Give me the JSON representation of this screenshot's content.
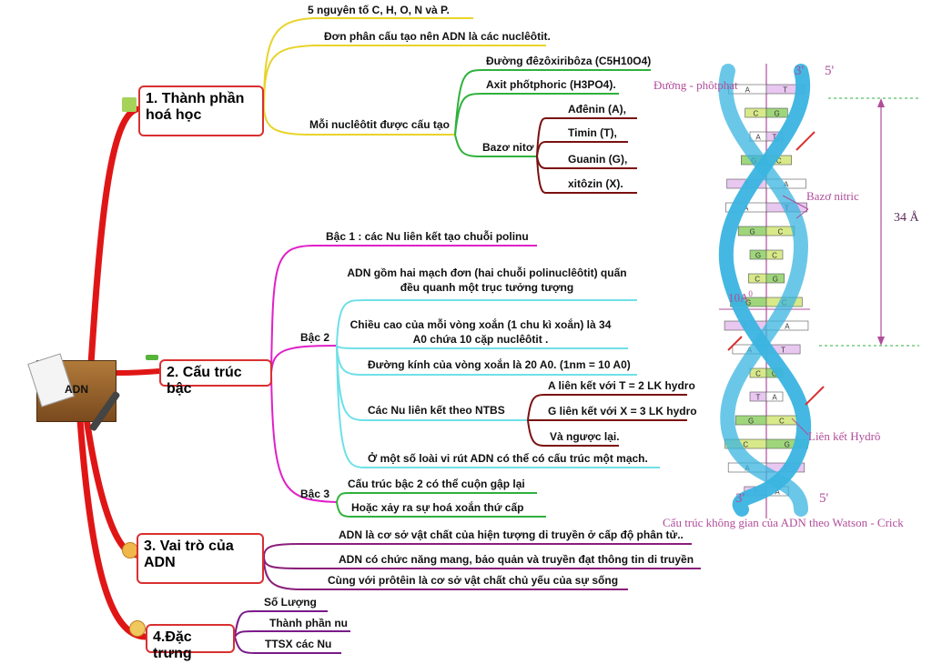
{
  "root": {
    "label": "ADN"
  },
  "branches": {
    "b1": {
      "label": "1. Thành phần hoá học"
    },
    "b2": {
      "label": "2. Cấu trúc bậc"
    },
    "b3": {
      "label": "3. Vai trò của ADN"
    },
    "b4": {
      "label": "4.Đặc trưng"
    }
  },
  "b1_nodes": {
    "elements": "5 nguyên tố C, H, O, N và P.",
    "unit": "Đơn phân cấu tạo nên ADN là các nuclêôtit.",
    "composition": "Mỗi nuclêôtit được cấu tạo",
    "sugar": "Đường đêzôxiribôza (C5H10O4)",
    "acid": "Axit phốtphoric (H3PO4).",
    "base": "Bazơ nitơ",
    "bases": [
      "Ađênin (A),",
      "Timin (T),",
      "Guanin (G),",
      "xitôzin (X)."
    ]
  },
  "b2_nodes": {
    "level1": "Bậc 1 : các Nu liên kết tạo chuỗi polinu",
    "level2": "Bậc 2",
    "l2_items": [
      "ADN gồm hai mạch đơn (hai chuỗi polinuclêôtit) quấn đều quanh một trục tưởng tượng",
      "Chiều cao của mỗi vòng xoắn (1 chu kì xoắn) là 34 A0 chứa 10 cặp nuclêôtit .",
      "Đường kính của vòng xoắn là 20 A0. (1nm = 10 A0)",
      "Các Nu liên kết theo NTBS",
      "Ở một số loài vi rút ADN có thể có cấu trúc một mạch."
    ],
    "ntbs": [
      "A liên kết với T = 2 LK hydro",
      "G liên kết với X = 3 LK hydro",
      "Và ngược lại."
    ],
    "level3": "Bậc 3",
    "l3_items": [
      "Cấu trúc bậc 2 có thể cuộn gập lại",
      "Hoặc xảy ra sự hoá xoắn thứ cấp"
    ]
  },
  "b3_nodes": [
    "ADN là cơ sở vật chất của hiện tượng di truyền ở cấp độ phân tử..",
    "ADN có chức năng mang, bảo quản và truyền đạt thông tin di truyền",
    "Cùng với prôtêin là cơ sở vật chất chủ yếu của sự sống"
  ],
  "b4_nodes": [
    "Số Lượng",
    "Thành phần nu",
    "TTSX các Nu"
  ],
  "dna_figure": {
    "three_prime_top": "3'",
    "five_prime_top": "5'",
    "sugar_phosphate": "Đường - phôtphat",
    "base_label": "Bazơ nitric",
    "height": "34 Å",
    "diameter": "10A",
    "diameter_sup": "0",
    "hbond": "Liên kết Hydrô",
    "three_prime_bottom": "3'",
    "five_prime_bottom": "5'",
    "caption": "Cấu trúc không gian của ADN theo Watson - Crick",
    "rungs": [
      {
        "l": "A",
        "r": "T",
        "lc": "#ffffff",
        "rc": "#e8c7f0"
      },
      {
        "l": "C",
        "r": "G",
        "lc": "#d8e98a",
        "rc": "#9fd67c"
      },
      {
        "l": "A",
        "r": "T",
        "lc": "#ffffff",
        "rc": "#e8c7f0"
      },
      {
        "l": "G",
        "r": "C",
        "lc": "#9fd67c",
        "rc": "#d8e98a"
      },
      {
        "l": "T",
        "r": "A",
        "lc": "#e8c7f0",
        "rc": "#ffffff"
      },
      {
        "l": "A",
        "r": "T",
        "lc": "#ffffff",
        "rc": "#e8c7f0"
      },
      {
        "l": "G",
        "r": "C",
        "lc": "#9fd67c",
        "rc": "#d8e98a"
      },
      {
        "l": "G",
        "r": "C",
        "lc": "#9fd67c",
        "rc": "#d8e98a"
      },
      {
        "l": "C",
        "r": "G",
        "lc": "#d8e98a",
        "rc": "#9fd67c"
      },
      {
        "l": "G",
        "r": "C",
        "lc": "#9fd67c",
        "rc": "#d8e98a"
      },
      {
        "l": "T",
        "r": "A",
        "lc": "#e8c7f0",
        "rc": "#ffffff"
      },
      {
        "l": "A",
        "r": "T",
        "lc": "#ffffff",
        "rc": "#e8c7f0"
      },
      {
        "l": "C",
        "r": "G",
        "lc": "#d8e98a",
        "rc": "#9fd67c"
      },
      {
        "l": "T",
        "r": "A",
        "lc": "#e8c7f0",
        "rc": "#ffffff"
      },
      {
        "l": "G",
        "r": "C",
        "lc": "#9fd67c",
        "rc": "#d8e98a"
      },
      {
        "l": "C",
        "r": "G",
        "lc": "#d8e98a",
        "rc": "#9fd67c"
      },
      {
        "l": "A",
        "r": "T",
        "lc": "#ffffff",
        "rc": "#e8c7f0"
      },
      {
        "l": "T",
        "r": "A",
        "lc": "#e8c7f0",
        "rc": "#ffffff"
      }
    ]
  },
  "colors": {
    "main": "#e01616",
    "b1": "#e8d42a",
    "b1_sub": "#2fb13c",
    "b1_base": "#7a1010",
    "b2": "#e020c8",
    "b2_sub": "#6fe0e8",
    "b3": "#8a1e7a",
    "b4": "#7a1a8a",
    "helix": "#3ab4e0"
  }
}
